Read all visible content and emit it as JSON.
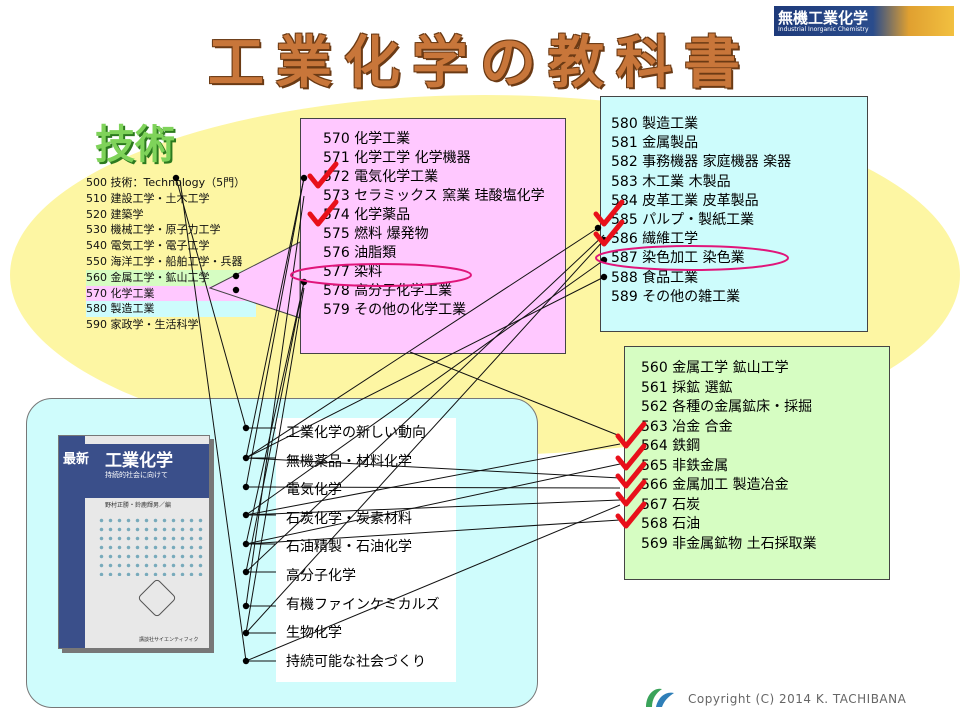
{
  "title": "工業化学の教科書",
  "logo": {
    "main": "無機工業化学",
    "sub": "Industrial Inorganic Chemistry"
  },
  "gijutsu_label": "技術",
  "ndc_classes": [
    {
      "text": "500 技術：Technology（5門）",
      "highlight": ""
    },
    {
      "text": "510 建設工学・土木工学",
      "highlight": ""
    },
    {
      "text": "520 建築学",
      "highlight": ""
    },
    {
      "text": "530 機械工学・原子力工学",
      "highlight": ""
    },
    {
      "text": "540 電気工学・電子工学",
      "highlight": ""
    },
    {
      "text": "550 海洋工学・船舶工学・兵器",
      "highlight": ""
    },
    {
      "text": "560 金属工学・鉱山工学",
      "highlight": "#d6fdc2"
    },
    {
      "text": "570 化学工業",
      "highlight": "#ffc8ff"
    },
    {
      "text": "580 製造工業",
      "highlight": "#cdfcfc"
    },
    {
      "text": "590 家政学・生活科学",
      "highlight": ""
    }
  ],
  "box570": [
    "570 化学工業",
    "571 化学工学 化学機器",
    "572 電気化学工業",
    "573 セラミックス 窯業 珪酸塩化学",
    "574 化学薬品",
    "575 燃料 爆発物",
    "576 油脂類",
    "577 染料",
    "578 高分子化学工業",
    "579 その他の化学工業"
  ],
  "box580": [
    "580 製造工業",
    "581 金属製品",
    "582 事務機器 家庭機器 楽器",
    "583 木工業 木製品",
    "584 皮革工業 皮革製品",
    "585 パルプ・製紙工業",
    "586 繊維工学",
    "587 染色加工 染色業",
    "588 食品工業",
    "589 その他の雑工業"
  ],
  "box560": [
    "560 金属工学 鉱山工学",
    "561 採鉱 選鉱",
    "562 各種の金属鉱床・採掘",
    "563 冶金 合金",
    "564 鉄鋼",
    "565 非鉄金属",
    "566 金属加工 製造冶金",
    "567 石炭",
    "568 石油",
    "569 非金属鉱物 土石採取業"
  ],
  "chapters": [
    "工業化学の新しい動向",
    "無機薬品・材料化学",
    "電気化学",
    "石炭化学・炭素材料",
    "石油精製・石油化学",
    "高分子化学",
    "有機ファインケミカルズ",
    "生物化学",
    "持続可能な社会づくり"
  ],
  "book": {
    "tag": "最新",
    "title": "工業化学",
    "subtitle": "持続的社会に向けて",
    "author": "野村正勝・鈴鹿輝男／編",
    "publisher": "講談社サイエンティフィク"
  },
  "copyright": "Copyright (C) 2014  K.  TACHIBANA",
  "colors": {
    "check": "#e8101a",
    "highlight_ring": "#e0157a",
    "title": "#c8763a"
  }
}
